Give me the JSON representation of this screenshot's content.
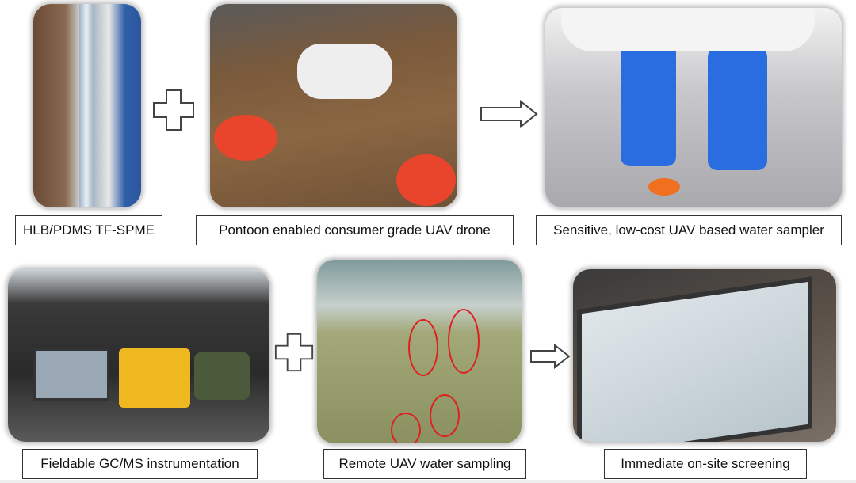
{
  "captions": {
    "tf_spme": "HLB/PDMS TF-SPME",
    "drone": "Pontoon enabled consumer grade UAV drone",
    "sampler": "Sensitive, low-cost UAV based water sampler",
    "gcms": "Fieldable GC/MS instrumentation",
    "remote": "Remote UAV water sampling",
    "screening": "Immediate on-site screening"
  },
  "colors": {
    "highlight_circle": "#e02020",
    "pontoon": "#e8452c",
    "foam": "#2a6de0"
  }
}
